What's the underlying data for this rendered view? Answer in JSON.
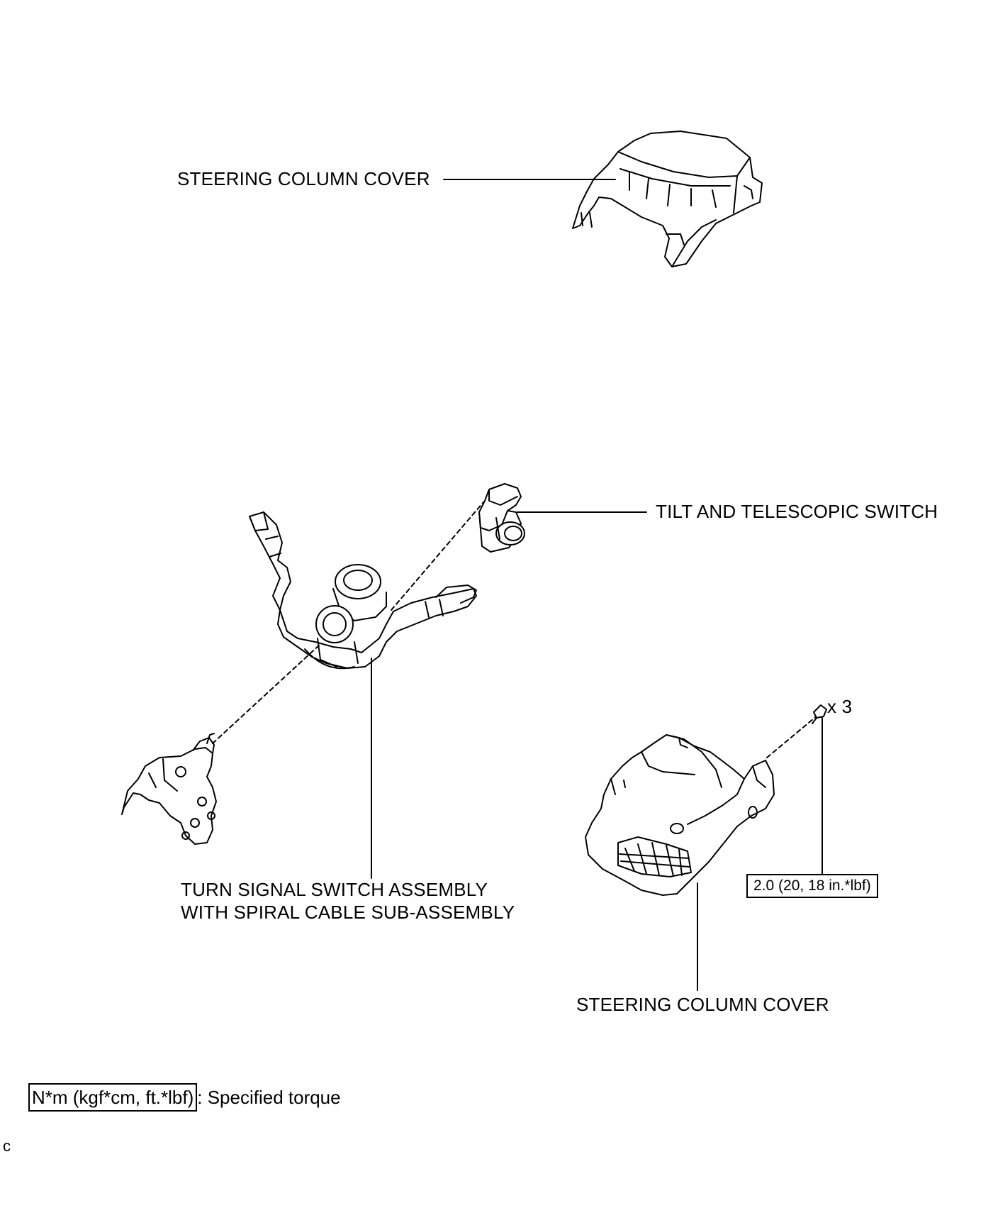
{
  "labels": {
    "cover_upper": "STEERING COLUMN COVER",
    "tilt_switch": "TILT AND TELESCOPIC SWITCH",
    "turn_signal_line1": "TURN SIGNAL SWITCH ASSEMBLY",
    "turn_signal_line2": "WITH SPIRAL CABLE SUB-ASSEMBLY",
    "cover_lower": "STEERING COLUMN COVER",
    "screw_qty": "x 3",
    "torque_value": "2.0 (20, 18 in.*lbf)"
  },
  "legend": {
    "units": "N*m (kgf*cm, ft.*lbf)",
    "description": ": Specified torque"
  },
  "corner_mark": "c"
}
